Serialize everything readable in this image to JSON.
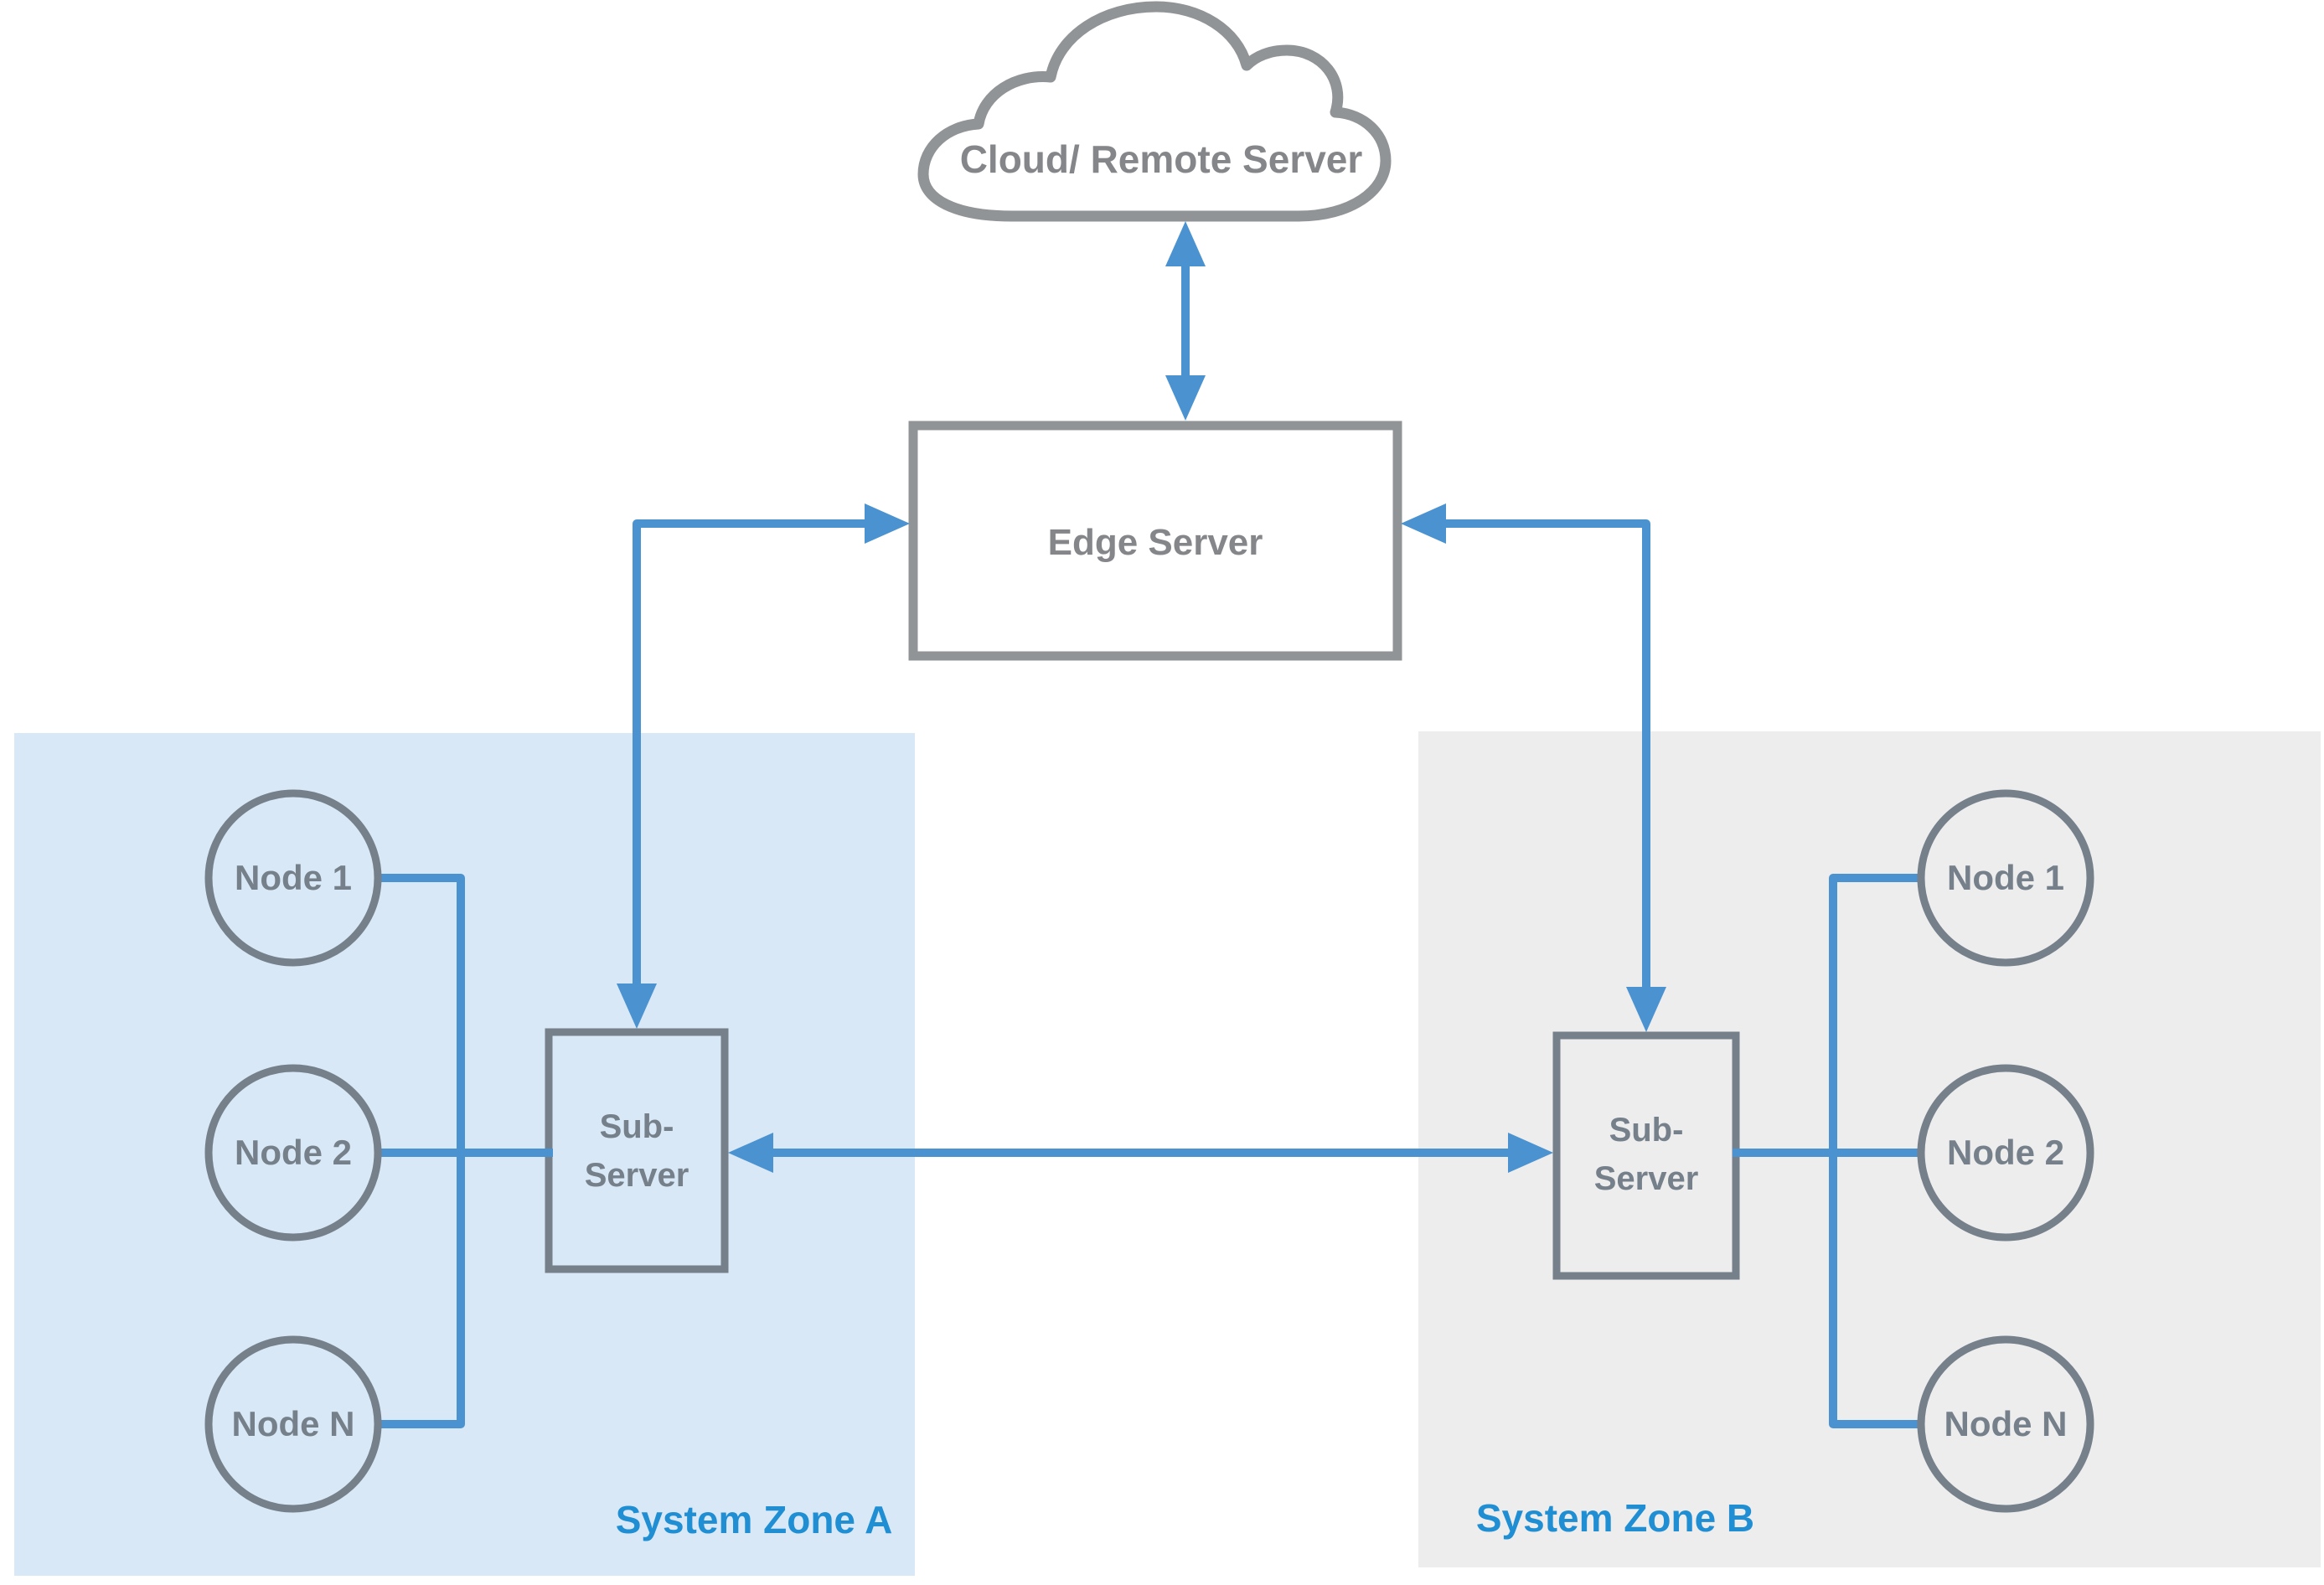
{
  "colors": {
    "arrow_blue": "#4a92d0",
    "zone_a_bg": "#d9e8f6",
    "zone_b_bg": "#ededed",
    "zone_label_blue": "#1f8ed3",
    "outline_gray": "#909497",
    "node_gray": "#75808b",
    "text_gray": "#848689"
  },
  "cloud": {
    "label": "Cloud/ Remote Server"
  },
  "edge_server": {
    "label": "Edge Server"
  },
  "zones": [
    {
      "id": "A",
      "label": "System Zone A",
      "sub_server": {
        "line1": "Sub-",
        "line2": "Server"
      },
      "nodes": [
        "Node 1",
        "Node 2",
        "Node N"
      ]
    },
    {
      "id": "B",
      "label": "System Zone B",
      "sub_server": {
        "line1": "Sub-",
        "line2": "Server"
      },
      "nodes": [
        "Node 1",
        "Node 2",
        "Node N"
      ]
    }
  ],
  "connections": [
    "Cloud/ Remote Server <-> Edge Server",
    "Edge Server <-> Sub-Server (Zone A)",
    "Edge Server <-> Sub-Server (Zone B)",
    "Sub-Server (Zone A) <-> Sub-Server (Zone B)",
    "Nodes <-> Sub-Server bus (Zone A)",
    "Nodes <-> Sub-Server bus (Zone B)"
  ]
}
